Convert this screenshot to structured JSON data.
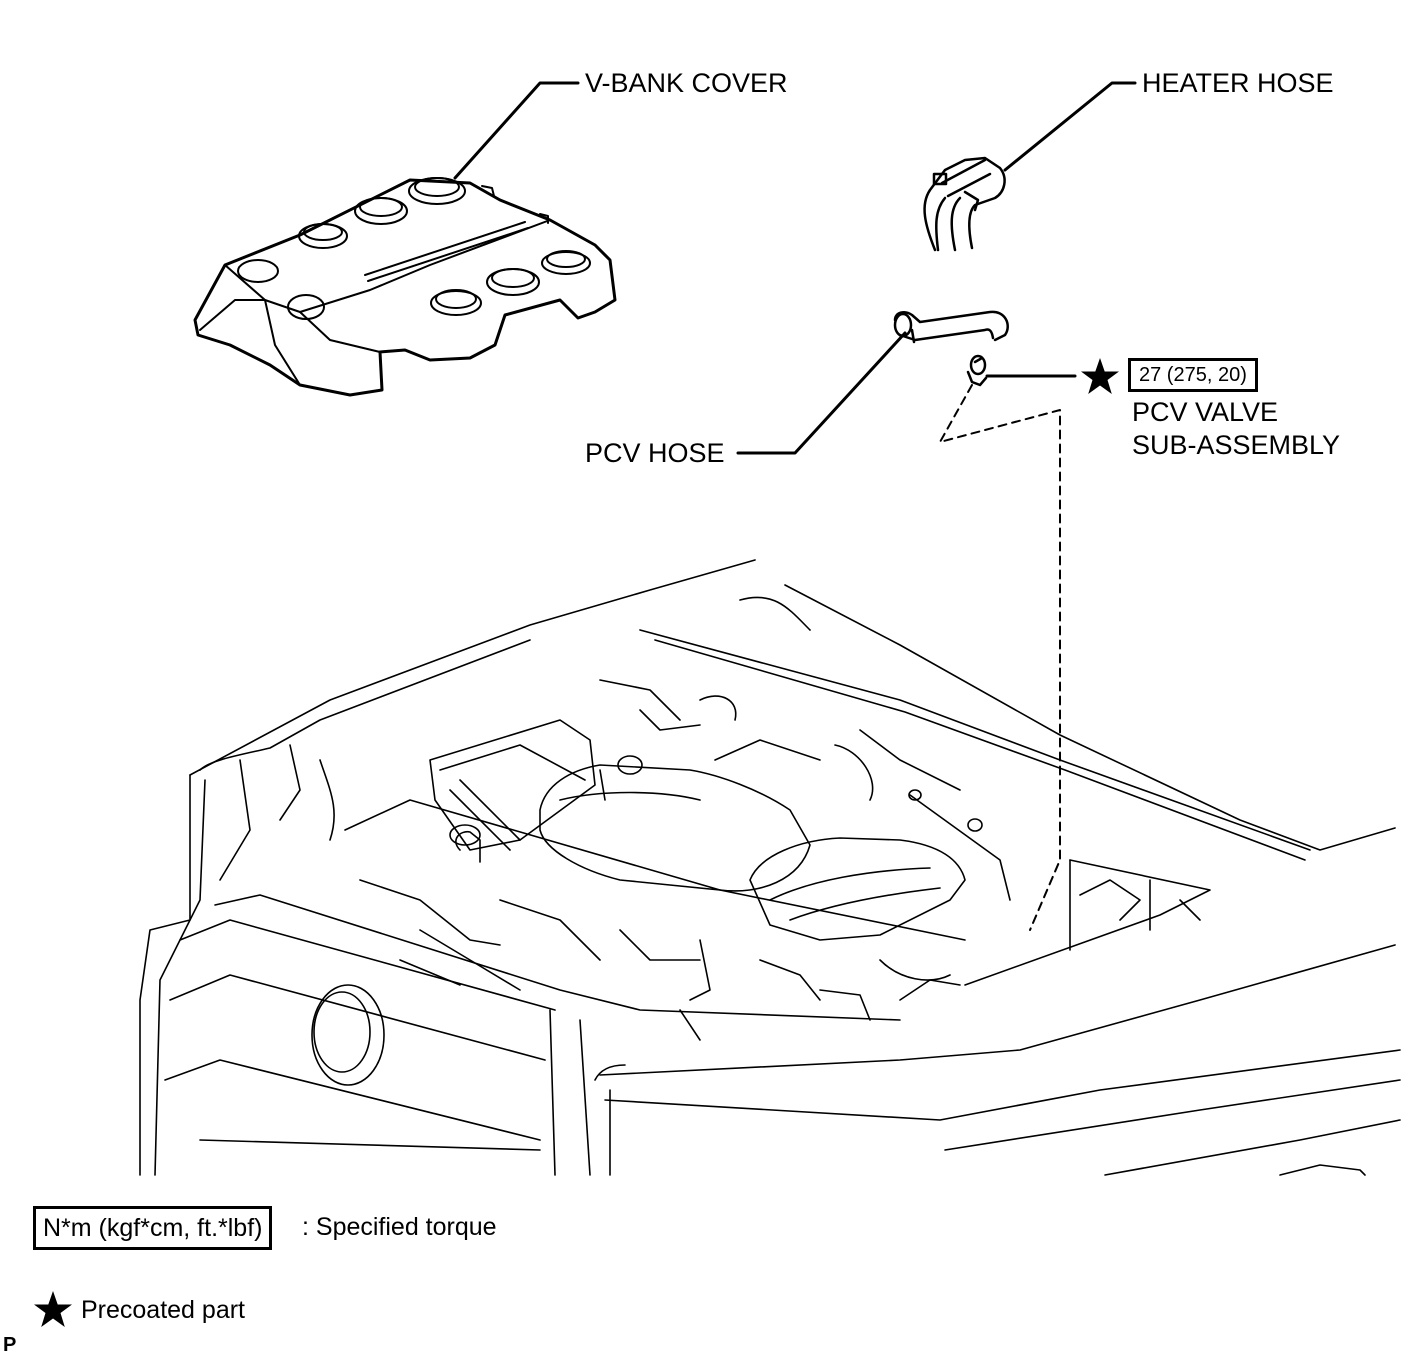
{
  "labels": {
    "v_bank_cover": "V-BANK COVER",
    "heater_hose": "HEATER HOSE",
    "pcv_hose": "PCV HOSE",
    "pcv_valve_line1": "PCV VALVE",
    "pcv_valve_line2": "SUB-ASSEMBLY"
  },
  "torque": {
    "pcv_valve": "27 (275, 20)"
  },
  "legend": {
    "torque_unit": "N*m (kgf*cm, ft.*lbf)",
    "torque_desc": ": Specified torque",
    "precoat_desc": "Precoated part"
  },
  "corner_mark": "P",
  "icons": {
    "precoat": "star-icon"
  }
}
